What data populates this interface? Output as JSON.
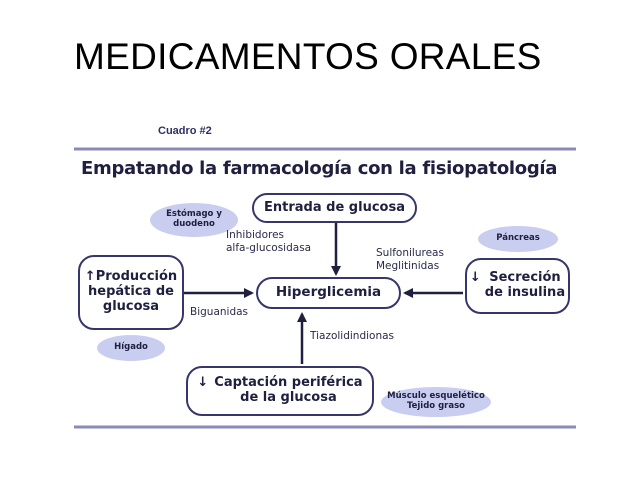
{
  "slide": {
    "title": "MEDICAMENTOS ORALES"
  },
  "figure": {
    "caption": "Cuadro #2",
    "heading": "Empatando la farmacología con la fisiopatología",
    "boxes": {
      "entrada": "Entrada de glucosa",
      "hiperglicemia": "Hiperglicemia",
      "produccion_arrow": "↑",
      "produccion": "Producción\nhepática de\nglucosa",
      "secrecion_arrow": "↓",
      "secrecion": "Secreción\nde insulina",
      "captacion_arrow": "↓",
      "captacion": "Captación periférica\nde la glucosa"
    },
    "organs": {
      "estomago": "Estómago y\nduodeno",
      "pancreas": "Páncreas",
      "higado": "Hígado",
      "musculo": "Músculo esquelético\nTejido graso"
    },
    "drugs": {
      "inhibidores": "Inhibidores\nalfa-glucosidasa",
      "sulfonilureas": "Sulfonilureas\nMeglitinidas",
      "biguanidas": "Biguanidas",
      "tiazolidindionas": "Tiazolidindionas"
    },
    "colors": {
      "border": "#36366a",
      "oval_fill": "#c9cdf0",
      "frame": "#8a8ab8",
      "arrow": "#1f1f3f"
    }
  }
}
